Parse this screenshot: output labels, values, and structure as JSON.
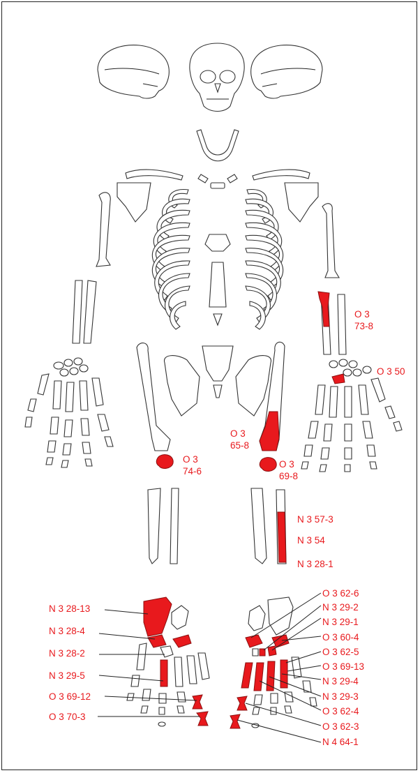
{
  "colors": {
    "highlight": "#e8191d",
    "outline": "#333333",
    "background": "#ffffff"
  },
  "labels": {
    "o3_73_8": "O 3\n73-8",
    "o3_50": "O 3 50",
    "o3_74_6": "O 3\n74-6",
    "o3_65_8": "O 3\n65-8",
    "o3_69_8": "O 3\n69-8",
    "n3_57_3": "N 3 57-3",
    "n3_54": "N 3 54",
    "n3_28_1": "N 3 28-1",
    "n3_28_13": "N 3 28-13",
    "n3_28_4": "N 3 28-4",
    "n3_28_2": "N 3 28-2",
    "n3_29_5": "N 3 29-5",
    "o3_69_12": "O 3 69-12",
    "o3_70_3": "O 3 70-3",
    "o3_62_6": "O 3 62-6",
    "n3_29_2": "N 3 29-2",
    "n3_29_1": "N 3 29-1",
    "o3_60_4": "O 3 60-4",
    "o3_62_5": "O 3 62-5",
    "o3_69_13": "O 3 69-13",
    "n3_29_4": "N 3 29-4",
    "n3_29_3": "N 3 29-3",
    "o3_62_4": "O 3 62-4",
    "o3_62_3": "O 3 62-3",
    "n4_64_1": "N 4 64-1"
  }
}
